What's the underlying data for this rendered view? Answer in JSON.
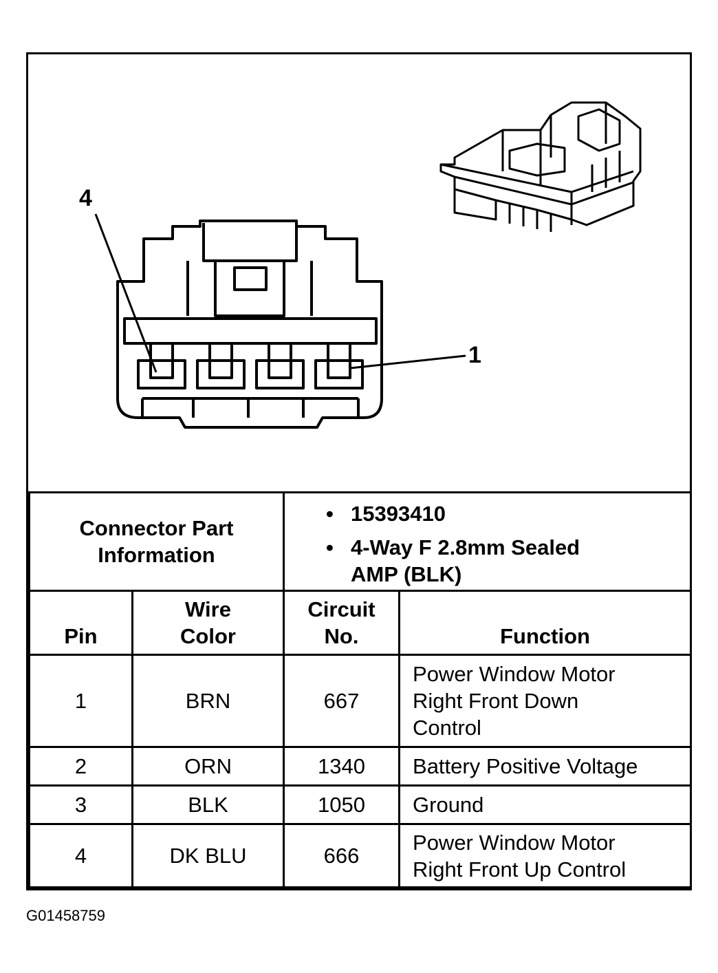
{
  "diagram": {
    "pin_callouts": {
      "left": "4",
      "right": "1"
    }
  },
  "connector_info": {
    "label_line1": "Connector Part",
    "label_line2": "Information",
    "bullet": "•",
    "part_number": "15393410",
    "description_line1": "4-Way F 2.8mm Sealed",
    "description_line2": "AMP (BLK)"
  },
  "table": {
    "headers": {
      "pin": "Pin",
      "wire_color_line1": "Wire",
      "wire_color_line2": "Color",
      "circuit_line1": "Circuit",
      "circuit_line2": "No.",
      "function": "Function"
    },
    "rows": [
      {
        "pin": "1",
        "wire_color": "BRN",
        "circuit": "667",
        "function_lines": [
          "Power Window Motor",
          "Right Front Down",
          "Control"
        ]
      },
      {
        "pin": "2",
        "wire_color": "ORN",
        "circuit": "1340",
        "function_lines": [
          "Battery Positive Voltage"
        ]
      },
      {
        "pin": "3",
        "wire_color": "BLK",
        "circuit": "1050",
        "function_lines": [
          "Ground"
        ]
      },
      {
        "pin": "4",
        "wire_color": "DK BLU",
        "circuit": "666",
        "function_lines": [
          "Power Window Motor",
          "Right Front Up Control"
        ]
      }
    ]
  },
  "figure_id": "G01458759"
}
